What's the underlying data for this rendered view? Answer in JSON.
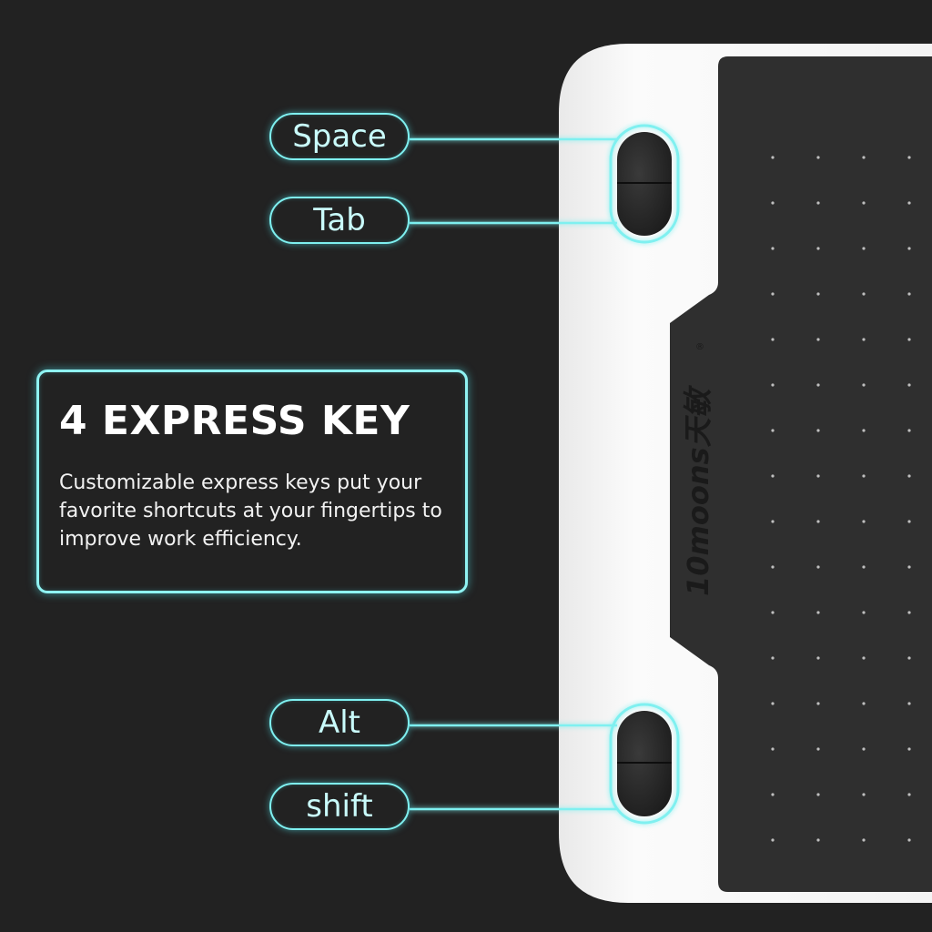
{
  "express_keys": {
    "top_upper_label": "Space",
    "top_lower_label": "Tab",
    "bottom_upper_label": "Alt",
    "bottom_lower_label": "shift"
  },
  "feature": {
    "title": "4 EXPRESS KEY",
    "description": "Customizable express keys put your favorite shortcuts at your fingertips to improve work efficiency."
  },
  "brand": {
    "logo_text": "10moons天敏",
    "trademark": "®"
  },
  "colors": {
    "background": "#222222",
    "accent_glow": "#7ff0f0",
    "tablet_body": "#f7f7f7",
    "drawing_area": "#2f2f2f"
  }
}
